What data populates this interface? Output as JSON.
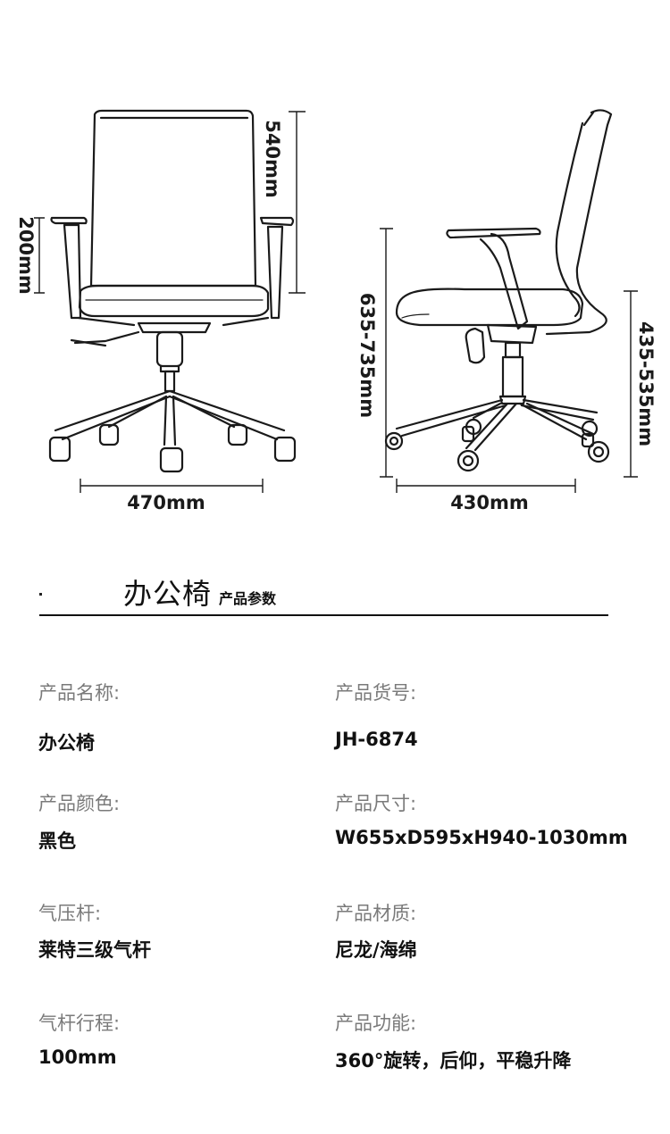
{
  "dimensions": {
    "front_back_height": "540mm",
    "front_armrest_height": "200mm",
    "front_width": "470mm",
    "side_total_height": "635-735mm",
    "side_seat_height": "435-535mm",
    "side_depth": "430mm"
  },
  "section": {
    "title": "办公椅",
    "subtitle": "产品参数"
  },
  "specs": [
    {
      "label": "产品名称:",
      "value": "办公椅"
    },
    {
      "label": "产品货号:",
      "value": "JH-6874"
    },
    {
      "label": "产品颜色:",
      "value": "黑色"
    },
    {
      "label": "产品尺寸:",
      "value": "W655xD595xH940-1030mm"
    },
    {
      "label": "气压杆:",
      "value": "莱特三级气杆"
    },
    {
      "label": "产品材质:",
      "value": "尼龙/海绵"
    },
    {
      "label": "气杆行程:",
      "value": "100mm"
    },
    {
      "label": "产品功能:",
      "value": "360°旋转，后仰，平稳升降"
    }
  ],
  "colors": {
    "line": "#1a1a1a",
    "label_gray": "#7a7a7a",
    "background": "#ffffff"
  }
}
